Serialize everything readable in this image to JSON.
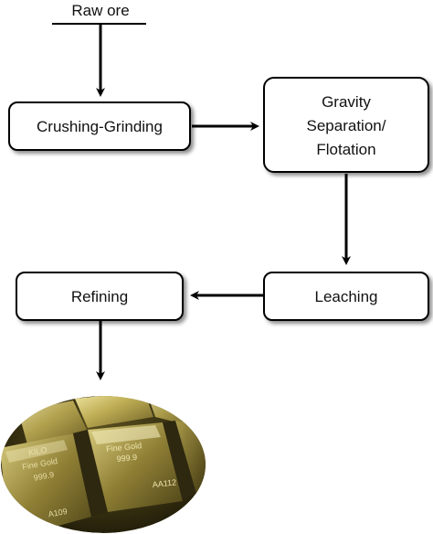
{
  "flowchart": {
    "input_label": "Raw ore",
    "steps": {
      "crushing": "Crushing-Grinding",
      "gravity_line1": "Gravity",
      "gravity_line2": "Separation/",
      "gravity_line3": "Flotation",
      "leaching": "Leaching",
      "refining": "Refining"
    },
    "gold_bar_stamps": {
      "bar_left_line1": "KILO",
      "bar_left_line2": "Fine Gold",
      "bar_left_line3": "999.9",
      "bar_left_serial": "A109",
      "bar_mid_line1": "Fine Gold",
      "bar_mid_line2": "999.9",
      "bar_mid_serial": "AA112"
    }
  },
  "colors": {
    "box_fill": "#ffffff",
    "box_stroke": "#000000",
    "arrow": "#000000",
    "gold_light": "#d8c86a",
    "gold_dark": "#3c3412"
  }
}
